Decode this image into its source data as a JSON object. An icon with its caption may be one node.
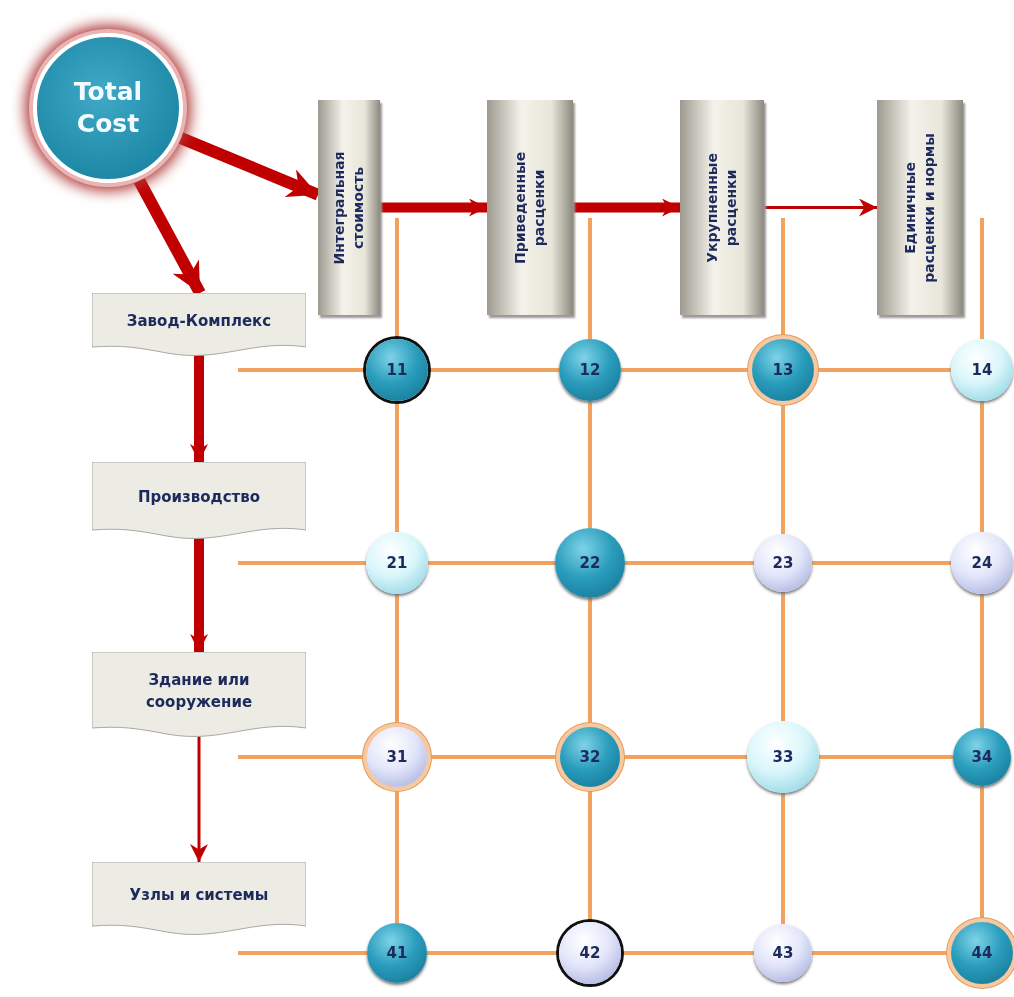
{
  "diagram": {
    "nodes": [
      {
        "text": [
          "Total Cost"
        ]
      },
      {
        "text": [
          "Интегральная стоимость"
        ]
      },
      {
        "text": [
          "Приведенные расценки"
        ]
      },
      {
        "text": [
          "Укрупненные расценки"
        ]
      },
      {
        "text": [
          "Единичные расценки и нормы"
        ]
      },
      {
        "text": [
          "Завод-Комплекс"
        ]
      },
      {
        "text": [
          "Производство"
        ]
      },
      {
        "text": [
          "Здание или сооружение"
        ]
      },
      {
        "text": [
          "Узлы и системы"
        ]
      },
      {
        "text": [
          "11"
        ]
      },
      {
        "text": [
          "12"
        ]
      },
      {
        "text": [
          "13"
        ]
      },
      {
        "text": [
          "14"
        ]
      },
      {
        "text": [
          "21"
        ]
      },
      {
        "text": [
          "22"
        ]
      },
      {
        "text": [
          "23"
        ]
      },
      {
        "text": [
          "24"
        ]
      },
      {
        "text": [
          "31"
        ]
      },
      {
        "text": [
          "32"
        ]
      },
      {
        "text": [
          "33"
        ]
      },
      {
        "text": [
          "34"
        ]
      },
      {
        "text": [
          "41"
        ]
      },
      {
        "text": [
          "42"
        ]
      },
      {
        "text": [
          "43"
        ]
      },
      {
        "text": [
          "44"
        ]
      }
    ],
    "edges": [
      {
        "from": 0,
        "to": 1,
        "arrow": "to",
        "style": "thick",
        "color": "#c00000"
      },
      {
        "from": 0,
        "to": 5,
        "arrow": "to",
        "style": "thick",
        "color": "#c00000"
      },
      {
        "from": 1,
        "to": 2,
        "arrow": "to",
        "style": "thick",
        "color": "#c00000"
      },
      {
        "from": 2,
        "to": 3,
        "arrow": "to",
        "style": "thick",
        "color": "#c00000"
      },
      {
        "from": 3,
        "to": 4,
        "arrow": "to",
        "color": "#c00000"
      },
      {
        "from": 5,
        "to": 6,
        "arrow": "to",
        "style": "thick",
        "color": "#c00000"
      },
      {
        "from": 6,
        "to": 7,
        "arrow": "to",
        "style": "thick",
        "color": "#c00000"
      },
      {
        "from": 7,
        "to": 8,
        "arrow": "to",
        "color": "#c00000"
      },
      {
        "from": null,
        "to": 9,
        "arrow": "none"
      },
      {
        "from": 9,
        "to": 10,
        "arrow": "none"
      },
      {
        "from": 10,
        "to": 11,
        "arrow": "none"
      },
      {
        "from": 11,
        "to": 12,
        "arrow": "none"
      },
      {
        "from": null,
        "to": 13,
        "arrow": "none"
      },
      {
        "from": 13,
        "to": 14,
        "arrow": "none"
      },
      {
        "from": 14,
        "to": 15,
        "arrow": "none"
      },
      {
        "from": 15,
        "to": 16,
        "arrow": "none"
      },
      {
        "from": null,
        "to": 17,
        "arrow": "none"
      },
      {
        "from": 17,
        "to": 18,
        "arrow": "none"
      },
      {
        "from": 18,
        "to": 19,
        "arrow": "none"
      },
      {
        "from": 19,
        "to": 20,
        "arrow": "none"
      },
      {
        "from": null,
        "to": 21,
        "arrow": "none"
      },
      {
        "from": 21,
        "to": 22,
        "arrow": "none"
      },
      {
        "from": 22,
        "to": 23,
        "arrow": "none"
      },
      {
        "from": 23,
        "to": 24,
        "arrow": "none"
      },
      {
        "from": null,
        "to": 9,
        "arrow": "none"
      },
      {
        "from": 9,
        "to": 13,
        "arrow": "none"
      },
      {
        "from": 13,
        "to": 17,
        "arrow": "none"
      },
      {
        "from": 17,
        "to": 21,
        "arrow": "none"
      },
      {
        "from": null,
        "to": 10,
        "arrow": "none"
      },
      {
        "from": 10,
        "to": 14,
        "arrow": "none"
      },
      {
        "from": 14,
        "to": 18,
        "arrow": "none"
      },
      {
        "from": 18,
        "to": 22,
        "arrow": "none"
      },
      {
        "from": null,
        "to": 11,
        "arrow": "none"
      },
      {
        "from": 11,
        "to": 15,
        "arrow": "none"
      },
      {
        "from": 15,
        "to": 19,
        "arrow": "none"
      },
      {
        "from": 19,
        "to": 23,
        "arrow": "none"
      },
      {
        "from": null,
        "to": 12,
        "arrow": "none"
      },
      {
        "from": 12,
        "to": 16,
        "arrow": "none"
      },
      {
        "from": 16,
        "to": 20,
        "arrow": "none"
      },
      {
        "from": 20,
        "to": 24,
        "arrow": "none"
      }
    ]
  }
}
